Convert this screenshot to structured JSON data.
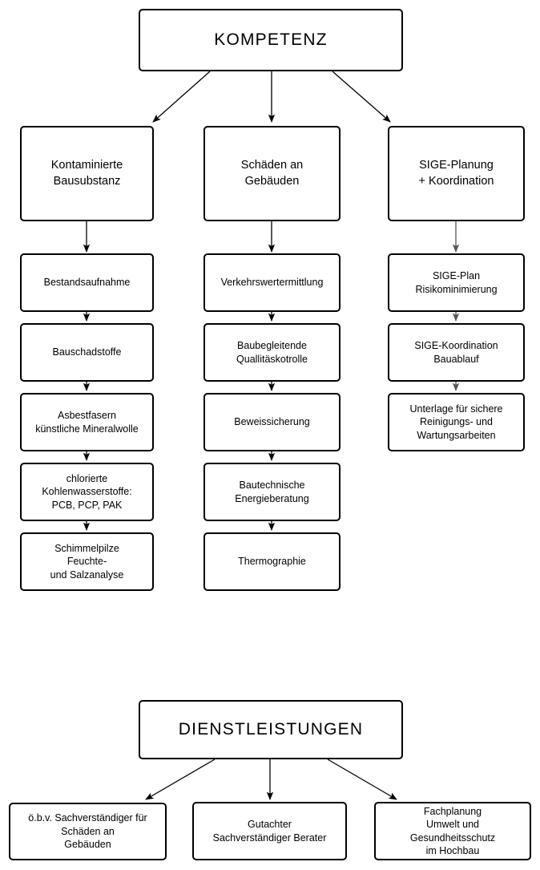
{
  "diagram": {
    "type": "org-chart",
    "background": "#ffffff",
    "stroke": "#000000",
    "stroke_light": "#565656",
    "sections": [
      {
        "id": "kompetenz",
        "root": {
          "label": "KOMPETENZ"
        },
        "columns": [
          {
            "id": "kontaminierte-bausubstanz",
            "head": "Kontaminierte\nBausubstanz",
            "items": [
              "Bestandsaufnahme",
              "Bauschadstoffe",
              "Asbestfasern\nkünstliche Mineralwolle",
              "chlorierte\nKohlenwasserstoffe:\nPCB, PCP, PAK",
              "Schimmelpilze\nFeuchte-\nund Salzanalyse"
            ]
          },
          {
            "id": "schaeden-an-gebaeuden",
            "head": "Schäden an\nGebäuden",
            "items": [
              "Verkehrswertermittlung",
              "Baubegleitende\nQuallitäskotrolle",
              "Beweissicherung",
              "Bautechnische\nEnergieberatung",
              "Thermographie"
            ]
          },
          {
            "id": "sige-planung-koordination",
            "head": "SIGE-Planung\n+ Koordination",
            "items": [
              "SIGE-Plan\nRisikominimierung",
              "SIGE-Koordination\nBauablauf",
              "Unterlage für sichere\nReinigungs- und\nWartungsarbeiten"
            ]
          }
        ]
      },
      {
        "id": "dienstleistungen",
        "root": {
          "label": "DIENSTLEISTUNGEN"
        },
        "leaves": [
          "ö.b.v. Sachverständiger für\nSchäden an\nGebäuden",
          "Gutachter\nSachverständiger   Berater",
          "Fachplanung\nUmwelt und\nGesundheitsschutz\nim Hochbau"
        ]
      }
    ]
  }
}
